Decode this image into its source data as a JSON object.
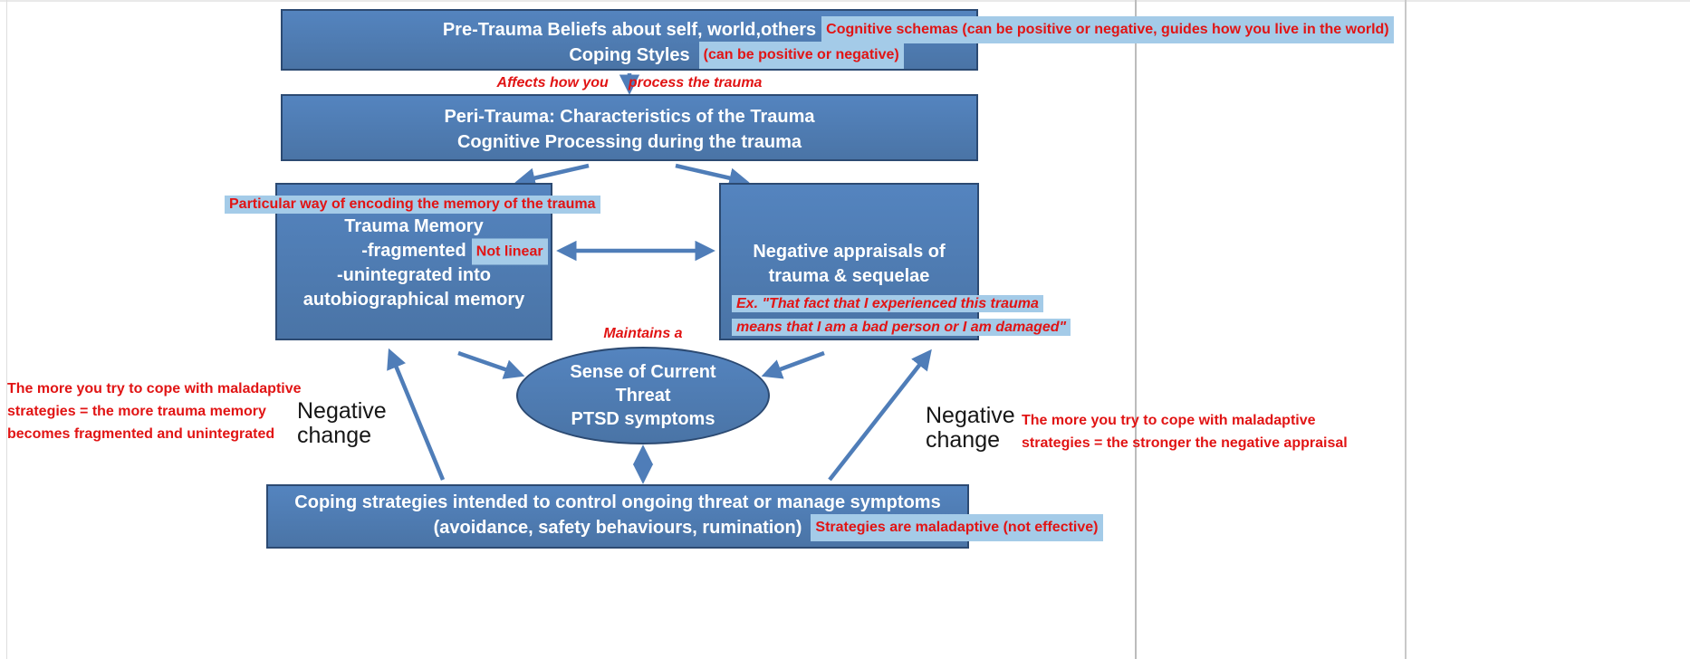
{
  "colors": {
    "box_fill": "#4e7bb2",
    "box_border": "#2c4a72",
    "arrow_blue": "#4f7db8",
    "annotation_red": "#e11414",
    "highlight_blue": "#a4cbe8",
    "plain_text_black": "#161616"
  },
  "pre_trauma_box": {
    "line1": "Pre-Trauma Beliefs about self, world,others",
    "line2": "Coping Styles"
  },
  "peri_trauma_box": {
    "line1": "Peri-Trauma: Characteristics of the Trauma",
    "line2": "Cognitive Processing during the trauma"
  },
  "trauma_memory_box": {
    "line1": "Trauma Memory",
    "line2": "-fragmented",
    "line3": "-unintegrated into",
    "line4": "autobiographical memory"
  },
  "negative_appraisals_box": {
    "line1": "Negative appraisals of",
    "line2": "trauma & sequelae"
  },
  "threat_ellipse": {
    "line1": "Sense of Current",
    "line2": "Threat",
    "line3": "PTSD symptoms"
  },
  "coping_box": {
    "line1": "Coping strategies intended to control ongoing threat or manage symptoms",
    "line2": "(avoidance, safety behaviours, rumination)"
  },
  "annotations": {
    "cognitive_schemas": "Cognitive schemas (can be positive or negative, guides how you live in the world)",
    "coping_styles_note": "(can be positive or negative)",
    "affects_left": "Affects how you",
    "affects_right": "process the trauma",
    "encoding_note": "Particular way of encoding the memory of the trauma",
    "not_linear": "Not linear",
    "appraisal_example_line1": "Ex. \"That fact that I experienced this trauma",
    "appraisal_example_line2": "means that I am a bad person or I am damaged\"",
    "maintains": "Maintains a",
    "strategies_note": "Strategies are maladaptive (not effective)",
    "left_note_line1": "The more you try to cope with maladaptive",
    "left_note_line2": "strategies  = the more trauma memory",
    "left_note_line3": "becomes fragmented and unintegrated",
    "right_note_line1": "The more you try to cope with maladaptive",
    "right_note_line2": "strategies  = the stronger the negative appraisal"
  },
  "labels": {
    "negative_change_left_line1": "Negative",
    "negative_change_left_line2": "change",
    "negative_change_right_line1": "Negative",
    "negative_change_right_line2": "change"
  }
}
